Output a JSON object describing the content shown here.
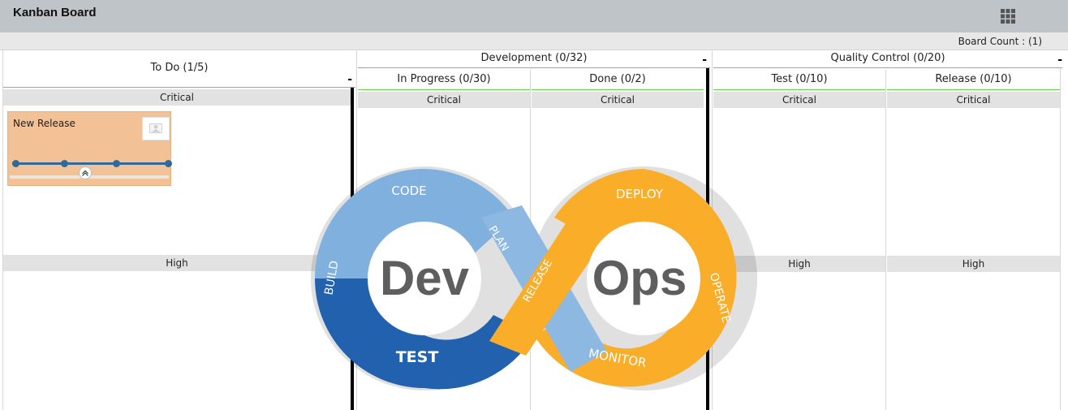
{
  "header": {
    "title": "Kanban Board"
  },
  "subbar": {
    "board_count": "Board Count : (1)"
  },
  "columns": {
    "todo": {
      "label": "To Do (1/5)"
    },
    "development": {
      "label": "Development (0/32)"
    },
    "qc": {
      "label": "Quality Control (0/20)"
    }
  },
  "subcolumns": {
    "in_progress": "In Progress (0/30)",
    "done": "Done (0/2)",
    "test": "Test (0/10)",
    "release": "Release (0/10)"
  },
  "collapse_symbol": "-",
  "lanes": {
    "critical": "Critical",
    "high": "High"
  },
  "card": {
    "title": "New Release"
  },
  "logo": {
    "dev": "Dev",
    "ops": "Ops",
    "code": "CODE",
    "build": "BUILD",
    "test": "TEST",
    "plan": "PLAN",
    "release": "RELEASE",
    "deploy": "DEPLOY",
    "operate": "OPERATE",
    "monitor": "MONITOR"
  },
  "colors": {
    "header_bg": "#bfc4c8",
    "lane_bg": "#e2e2e2",
    "accent_green": "#64d24a",
    "card_bg": "#f2c196"
  },
  "icons": [
    "grid-menu-icon",
    "placeholder-image-icon",
    "chevron-up-icon"
  ]
}
